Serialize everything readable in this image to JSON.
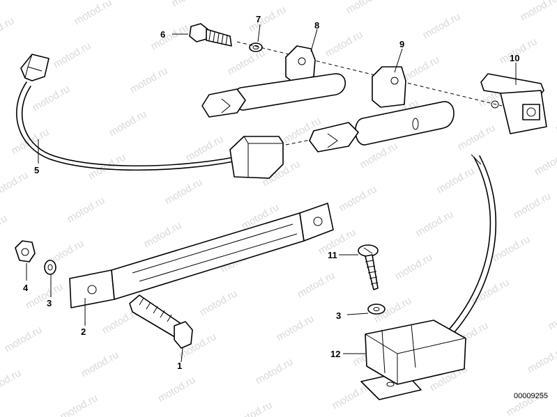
{
  "watermark": "motod.ru",
  "diagram_code": "00009255",
  "callouts": {
    "c1": "1",
    "c2": "2",
    "c3a": "3",
    "c3b": "3",
    "c4": "4",
    "c5": "5",
    "c6": "6",
    "c7": "7",
    "c8": "8",
    "c9": "9",
    "c10": "10",
    "c11": "11",
    "c12": "12"
  }
}
